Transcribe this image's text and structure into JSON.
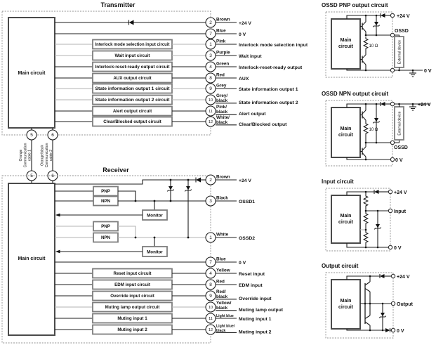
{
  "diagram": {
    "transmitter": {
      "title": "Transmitter",
      "main_circuit": "Main circuit",
      "rows": [
        {
          "n": "2",
          "color": [
            "Brown"
          ],
          "signal": "+24 V"
        },
        {
          "n": "7",
          "color": [
            "Blue"
          ],
          "signal": "0 V"
        },
        {
          "n": "1",
          "color": [
            "Pink"
          ],
          "signal": "Interlock mode selection input",
          "box": "Interlock mode selection input circuit"
        },
        {
          "n": "3",
          "color": [
            "Purple"
          ],
          "signal": "Wait input",
          "box": "Wait input circuit"
        },
        {
          "n": "4",
          "color": [
            "Green"
          ],
          "signal": "Interlock-reset-ready output",
          "box": "Interlock-reset-ready output circuit"
        },
        {
          "n": "8",
          "color": [
            "Red"
          ],
          "signal": "AUX",
          "box": "AUX output circuit"
        },
        {
          "n": "9",
          "color": [
            "Grey"
          ],
          "signal": "State information output 1",
          "box": "State information output 1 circuit"
        },
        {
          "n": "10",
          "color": [
            "Grey/",
            "black"
          ],
          "signal": "State information output 2",
          "box": "State information output 2 circuit"
        },
        {
          "n": "11",
          "color": [
            "Pink/",
            "black"
          ],
          "signal": "Alert output",
          "box": "Alert output circuit"
        },
        {
          "n": "12",
          "color": [
            "White/",
            "black"
          ],
          "signal": "Clear/Blocked output",
          "box": "Clear/Blocked output circuit"
        }
      ]
    },
    "cables": [
      {
        "n": "5",
        "l1": "Orange",
        "l2": "Communication",
        "l3": "cable 1"
      },
      {
        "n": "6",
        "l1": "Orange/black",
        "l2": "Communication",
        "l3": "cable 2"
      }
    ],
    "receiver": {
      "title": "Receiver",
      "main_circuit": "Main circuit",
      "pnp": "PNP",
      "npn": "NPN",
      "monitor": "Monitor",
      "rows": [
        {
          "n": "2",
          "color": [
            "Brown"
          ],
          "signal": "+24 V"
        },
        {
          "n": "3",
          "color": [
            "Black"
          ],
          "signal": "OSSD1"
        },
        {
          "n": "1",
          "color": [
            "White"
          ],
          "signal": "OSSD2"
        },
        {
          "n": "7",
          "color": [
            "Blue"
          ],
          "signal": "0 V"
        },
        {
          "n": "4",
          "color": [
            "Yellow"
          ],
          "signal": "Reset input",
          "box": "Reset input circuit"
        },
        {
          "n": "8",
          "color": [
            "Red"
          ],
          "signal": "EDM input",
          "box": "EDM input circuit"
        },
        {
          "n": "9",
          "color": [
            "Red/",
            "black"
          ],
          "signal": "Override input",
          "box": "Override input circuit"
        },
        {
          "n": "10",
          "color": [
            "Yellow/",
            "black"
          ],
          "signal": "Muting lamp output",
          "box": "Muting lamp output circuit"
        },
        {
          "n": "11",
          "color": [
            "Light blue"
          ],
          "signal": "Muting input 1",
          "box": "Muting input 1"
        },
        {
          "n": "12",
          "color": [
            "Light blue/",
            "black"
          ],
          "signal": "Muting input 2",
          "box": "Muting input 2"
        }
      ]
    },
    "circuits": {
      "pnp": {
        "title": "OSSD PNP output circuit",
        "main1": "Main",
        "main2": "circuit",
        "res": "10 Ω",
        "ext": "External device",
        "top": "+24 V",
        "mid": "OSSD",
        "bot": "0 V"
      },
      "npn": {
        "title": "OSSD NPN output circuit",
        "main1": "Main",
        "main2": "circuit",
        "res": "10 Ω",
        "ext": "External device",
        "top": "+24 V",
        "mid": "OSSD",
        "bot": "0 V"
      },
      "input": {
        "title": "Input circuit",
        "main1": "Main",
        "main2": "circuit",
        "top": "+24 V",
        "mid": "Input",
        "bot": "0 V"
      },
      "output": {
        "title": "Output circuit",
        "main1": "Main",
        "main2": "circuit",
        "top": "+24 V",
        "mid": "Output",
        "bot": "0 V"
      }
    }
  }
}
